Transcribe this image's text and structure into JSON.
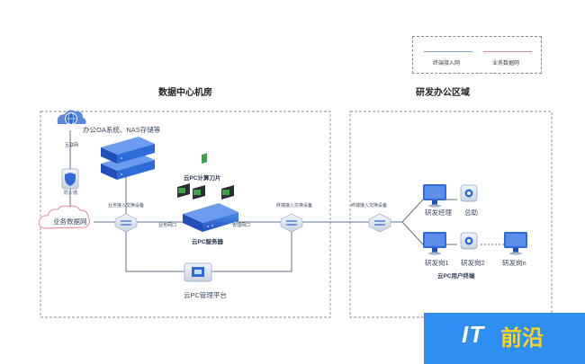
{
  "legend": {
    "terminal_access_label": "终端接入网",
    "business_data_label": "业务数据网",
    "terminal_color": "#7a9bd6",
    "business_color": "#e58a96"
  },
  "datacenter": {
    "title": "数据中心机房",
    "oa_label": "办公OA系统、NAS存储等",
    "internet_label": "互联网",
    "firewall_label": "防火墙",
    "business_net_label": "业务数据网",
    "business_switch_label": "业务接入交换设备",
    "blade_label": "云PC计算刀片",
    "business_port_label": "业务网口",
    "mgmt_port_label": "管理网口",
    "server_label": "云PC服务器",
    "terminal_switch_label": "终端接入交换设备",
    "platform_label": "云PC管理平台"
  },
  "office": {
    "title": "研发办公区域",
    "switch_label": "终端接入交换设备",
    "manager_label": "研发经理",
    "director_label": "总助",
    "dev1_label": "研发岗1",
    "dev2_label": "研发岗2",
    "devn_label": "研发岗n",
    "user_terminal_label": "云PC用户终端"
  },
  "colors": {
    "device_blue": "#2f6bd8",
    "link_gray": "#5d6f86",
    "zone_border": "#8a8a8a"
  },
  "watermark": {
    "prefix": "IT",
    "suffix": "前沿",
    "bg": "#2f8ff0",
    "suffix_color": "#ffd21f"
  }
}
